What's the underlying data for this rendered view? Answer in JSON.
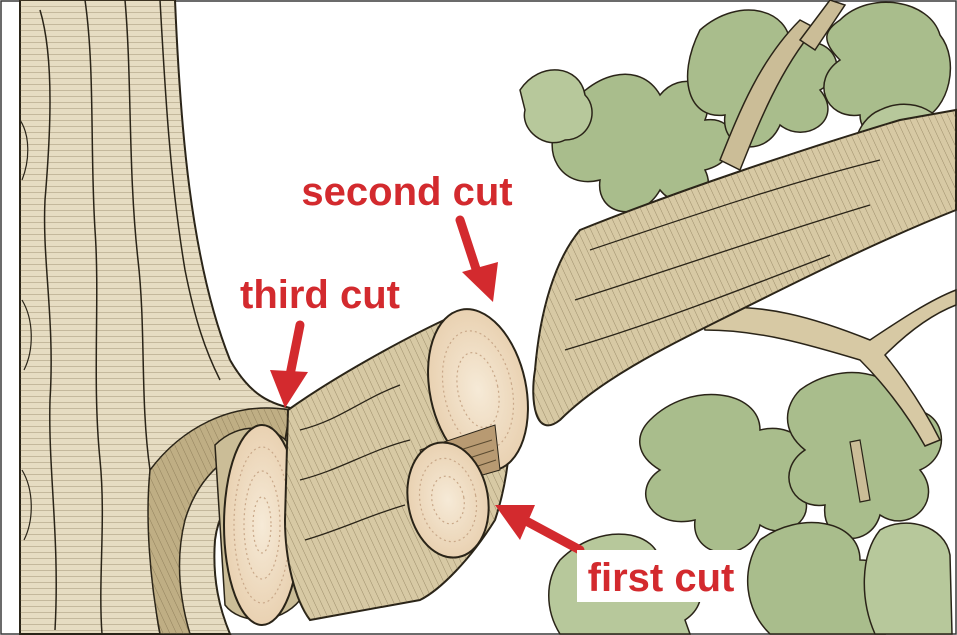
{
  "labels": {
    "second_cut": "second cut",
    "third_cut": "third cut",
    "first_cut": "first cut"
  },
  "colors": {
    "label_red": "#d32a2e",
    "bark_light": "#e6dcc2",
    "bark_mid": "#cbbd97",
    "bark_dark": "#8a7a55",
    "ink": "#2a2418",
    "leaf": "#a9bd8c",
    "leaf_dark": "#7f9868",
    "wood_face": "#f1dfc8",
    "ring": "#c9a889",
    "label_background": "#ffffff"
  }
}
